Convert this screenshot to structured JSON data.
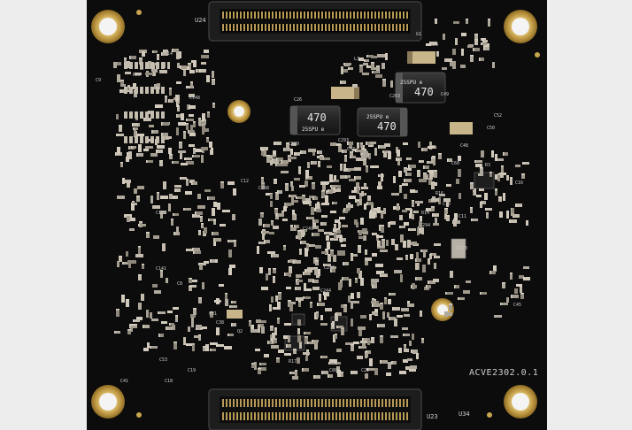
{
  "silkscreen": {
    "revision": "ACVE2302.0.1",
    "top_connector_ref": "U24",
    "bottom_connector_ref": "U23",
    "bottom_ic_ref": "U34",
    "component_refs": [
      "C29",
      "C26",
      "C52",
      "C50",
      "C48",
      "C49",
      "C16",
      "C60",
      "C11",
      "C13",
      "C45",
      "C14",
      "C148",
      "C133",
      "C141",
      "C12",
      "C288",
      "C289",
      "C293",
      "C37",
      "C31",
      "C38",
      "C296",
      "C294",
      "C244",
      "C249",
      "C273",
      "C263",
      "C41",
      "C53",
      "C9",
      "C8",
      "R22",
      "R16",
      "R14",
      "R3",
      "R17",
      "Q2",
      "G1",
      "L3",
      "C22",
      "C80",
      "C19",
      "C18"
    ]
  },
  "capacitor_markings": [
    {
      "value": "470",
      "code": "25SPU e"
    },
    {
      "value": "470",
      "code": "25SPU e"
    },
    {
      "value": "470",
      "code": "25SPU e"
    }
  ],
  "colors": {
    "background": "#ededed",
    "board": "#0c0c0c",
    "gold_pad": "#c9a54e",
    "connector": "#1b1b1b",
    "pin": "#b89a55",
    "silkscreen": "#cfcfcf",
    "smd_body": "#b0a99e"
  }
}
